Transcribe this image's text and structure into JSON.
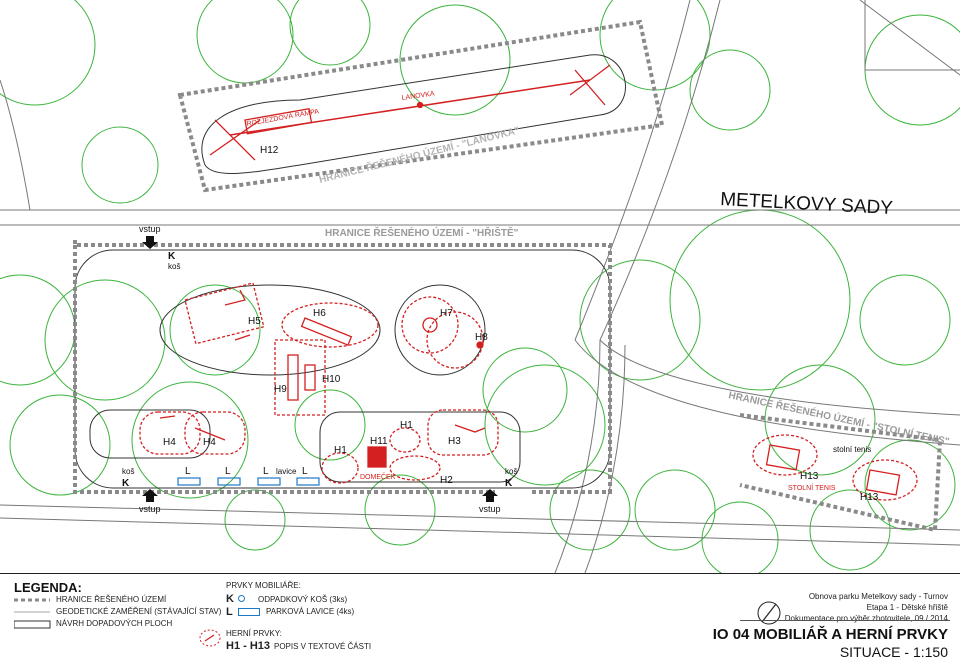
{
  "map": {
    "park_name": "METELKOVY SADY",
    "boundary_lanovka": "HRANICE ŘEŠENÉHO ÚZEMÍ - \"LANOVKA\"",
    "boundary_hriste": "HRANICE ŘEŠENÉHO ÚZEMÍ - \"HŘIŠTĚ\"",
    "boundary_tenis": "HRANICE ŘEŠENÉHO ÚZEMÍ - \"STOLNÍ TENIS\"",
    "ramp_label": "ROZJEZDOVÁ RAMPA",
    "cableway_label": "LANOVKA",
    "house_label": "DOMEČEK",
    "table_tennis_label": "STOLNÍ TENIS",
    "table_tennis_small": "stolní tenis",
    "bench_small": "lavice",
    "bin_small": "koš",
    "entrance_label": "vstup",
    "bin_code": "K",
    "bench_code": "L",
    "play_codes": {
      "h1": "H1",
      "h2": "H2",
      "h3": "H3",
      "h4": "H4",
      "h5": "H5",
      "h6": "H6",
      "h7": "H7",
      "h8": "H8",
      "h9": "H9",
      "h10": "H10",
      "h11": "H11",
      "h12": "H12",
      "h13": "H13"
    },
    "colors": {
      "play_red": "#d42020",
      "trees_green": "#3cb43c",
      "boundary_gray": "#8a8a8a",
      "road_gray": "#777777",
      "bench_blue": "#1e78c8"
    }
  },
  "legend": {
    "title": "LEGENDA:",
    "items": {
      "boundary": "HRANICE ŘEŠENÉHO ÚZEMÍ",
      "geodetic": "GEODETICKÉ ZAMĚŘENÍ (STÁVAJÍCÍ STAV)",
      "paving": "NÁVRH DOPADOVÝCH PLOCH"
    },
    "mobiliar_heading": "PRVKY MOBILIÁŘE:",
    "bin_key": "K",
    "bin_desc": "ODPADKOVÝ KOŠ (3ks)",
    "bench_key": "L",
    "bench_desc": "PARKOVÁ LAVICE (4ks)",
    "play_heading": "HERNÍ PRVKY:",
    "play_key": "H1 - H13",
    "play_desc": "POPIS V TEXTOVÉ ČÁSTI"
  },
  "title_block": {
    "project": "Obnova parku Metelkovy sady - Turnov",
    "stage": "Etapa 1 - Dětské hřiště",
    "doc": "Dokumentace pro výběr zhotovitele, 09 / 2014",
    "sheet_title": "IO 04 MOBILIÁŘ A HERNÍ PRVKY",
    "sheet_sub": "SITUACE - 1:150"
  }
}
